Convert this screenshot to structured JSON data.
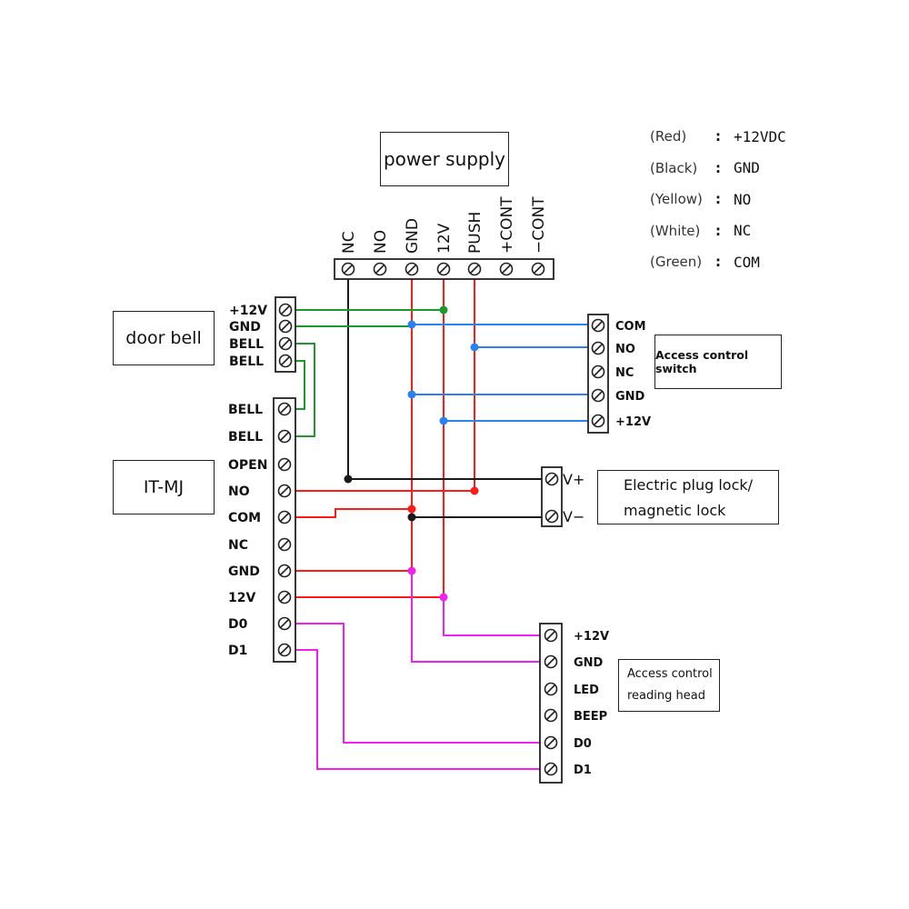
{
  "legend": [
    {
      "color_name": "(Red)",
      "signal": "+12VDC"
    },
    {
      "color_name": "(Black)",
      "signal": "GND"
    },
    {
      "color_name": "(Yellow)",
      "signal": "NO"
    },
    {
      "color_name": "(White)",
      "signal": "NC"
    },
    {
      "color_name": "(Green)",
      "signal": "COM"
    }
  ],
  "colon": ":",
  "boxes": {
    "power_supply": "power supply",
    "door_bell": "door bell",
    "it_mj": "IT-MJ",
    "access_control_switch": "Access control switch",
    "lock_line1": "Electric plug lock/",
    "lock_line2": "magnetic lock",
    "reader_line1": "Access control",
    "reader_line2": "reading head"
  },
  "power_supply_terminals": [
    "NC",
    "NO",
    "GND",
    "12V",
    "PUSH",
    "+CONT",
    "−CONT"
  ],
  "door_bell_terminals": [
    "+12V",
    "GND",
    "BELL",
    "BELL"
  ],
  "it_mj_terminals": [
    "BELL",
    "BELL",
    "OPEN",
    "NO",
    "COM",
    "NC",
    "GND",
    "12V",
    "D0",
    "D1"
  ],
  "switch_terminals": [
    "COM",
    "NO",
    "NC",
    "GND",
    "+12V"
  ],
  "lock_terminals": [
    "V+",
    "V−"
  ],
  "reader_terminals": [
    "+12V",
    "GND",
    "LED",
    "BEEP",
    "D0",
    "D1"
  ],
  "wire_colors": {
    "red": "#ff1a1a",
    "black": "#1a1a1a",
    "green": "#1a9a2a",
    "blue": "#2a82f0",
    "magenta": "#f020f0"
  },
  "connections": [
    {
      "from": "IT-MJ BELL",
      "to": "door bell BELL",
      "color": "green"
    },
    {
      "from": "IT-MJ BELL",
      "to": "door bell BELL",
      "color": "green"
    },
    {
      "from": "door bell +12V",
      "to": "power supply 12V",
      "color": "green"
    },
    {
      "from": "door bell GND",
      "to": "power supply GND",
      "color": "green"
    },
    {
      "from": "switch COM",
      "to": "power supply GND",
      "color": "blue"
    },
    {
      "from": "switch NO",
      "to": "power supply PUSH",
      "color": "blue"
    },
    {
      "from": "switch GND",
      "to": "power supply GND",
      "color": "blue"
    },
    {
      "from": "switch +12V",
      "to": "power supply 12V",
      "color": "blue"
    },
    {
      "from": "power supply NC",
      "to": "lock V+",
      "color": "black"
    },
    {
      "from": "IT-MJ NO",
      "to": "power supply PUSH",
      "color": "red"
    },
    {
      "from": "IT-MJ COM",
      "to": "power supply GND",
      "color": "red"
    },
    {
      "from": "lock V−",
      "to": "power supply GND",
      "color": "black"
    },
    {
      "from": "IT-MJ GND",
      "to": "power supply GND",
      "color": "red"
    },
    {
      "from": "IT-MJ 12V",
      "to": "power supply 12V",
      "color": "red"
    },
    {
      "from": "reader +12V",
      "to": "power supply 12V",
      "color": "magenta"
    },
    {
      "from": "reader GND",
      "to": "power supply GND",
      "color": "magenta"
    },
    {
      "from": "IT-MJ D0",
      "to": "reader D0",
      "color": "magenta"
    },
    {
      "from": "IT-MJ D1",
      "to": "reader D1",
      "color": "magenta"
    }
  ]
}
